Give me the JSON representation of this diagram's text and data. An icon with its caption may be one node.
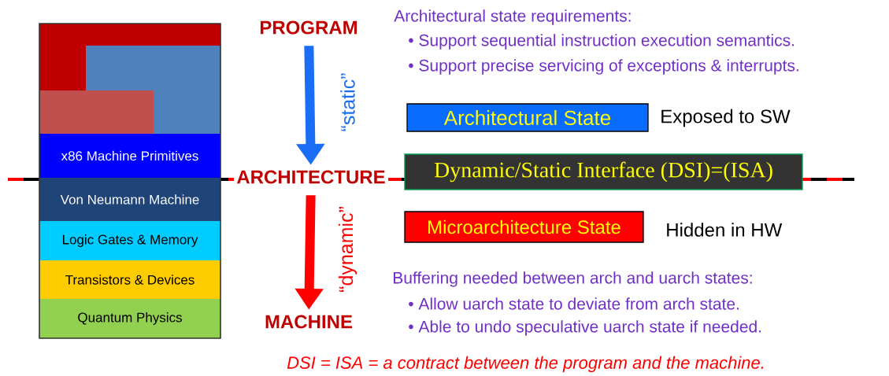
{
  "diagram": {
    "nodes": [
      {
        "text": [],
        "shape": "box"
      },
      {
        "text": [],
        "shape": "box"
      },
      {
        "text": [],
        "shape": "box"
      },
      {
        "text": [
          "x86 Machine Primitives"
        ]
      },
      {
        "text": [
          "Von Neumann Machine"
        ]
      },
      {
        "text": [
          "Logic Gates & Memory"
        ]
      },
      {
        "text": [
          "Transistors & Devices"
        ]
      },
      {
        "text": [
          "Quantum Physics"
        ]
      },
      {
        "text": [
          "PROGRAM"
        ]
      },
      {
        "text": [
          "ARCHITECTURE"
        ]
      },
      {
        "text": [
          "MACHINE"
        ]
      },
      {
        "text": [
          "Architectural State"
        ],
        "beside": [
          "Exposed to SW"
        ]
      },
      {
        "text": [
          "Dynamic/Static Interface (DSI)=(ISA)"
        ]
      },
      {
        "text": [
          "Microarchitecture State"
        ],
        "beside": [
          "Hidden in HW"
        ]
      }
    ],
    "edges": [
      {
        "from": 8,
        "to": 9,
        "arrow": "to",
        "label": "“static”",
        "color": "#1a6ef5"
      },
      {
        "from": 9,
        "to": 10,
        "arrow": "to",
        "label": "“dynamic”",
        "color": "#ff0000"
      }
    ],
    "labels": [
      "Architectural state requirements:",
      "• Support sequential instruction execution semantics.",
      "• Support precise servicing of exceptions & interrupts.",
      "Buffering needed between arch and uarch states:",
      "• Allow uarch state to deviate from arch state.",
      "• Able to undo speculative uarch state if needed.",
      "DSI = ISA = a contract between the program and the machine."
    ]
  }
}
